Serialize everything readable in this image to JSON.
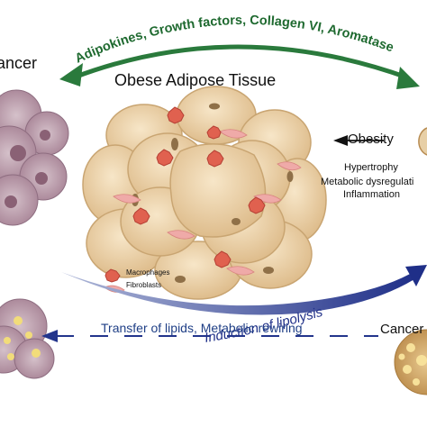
{
  "title": "Obese Adipose Tissue",
  "top_arrow_label": "Adipokines, Growth factors, Collagen VI, Aromatase",
  "left_label": "ancer",
  "right_label": "Cancer",
  "obesity": {
    "heading": "Obesity",
    "effects": [
      "Hypertrophy",
      "Metabolic dysregulati",
      "Inflammation"
    ]
  },
  "legend": {
    "macrophages": "Macrophages",
    "fibroblasts": "Fibroblasts"
  },
  "lipolysis_label": "Induction of lipolysis",
  "transfer_label": "Transfer of lipids, Metabolic rewiring",
  "colors": {
    "green_arrow": "#2a7a3c",
    "blue_arrow": "#23358c",
    "adipocyte_fill": "#e9cfa6",
    "adipocyte_stroke": "#c9a572",
    "macrophage": "#e0614f",
    "fibroblast": "#efaaa8",
    "tumor_left": "#b89aa7",
    "tumor_right": "#d9b27a"
  }
}
